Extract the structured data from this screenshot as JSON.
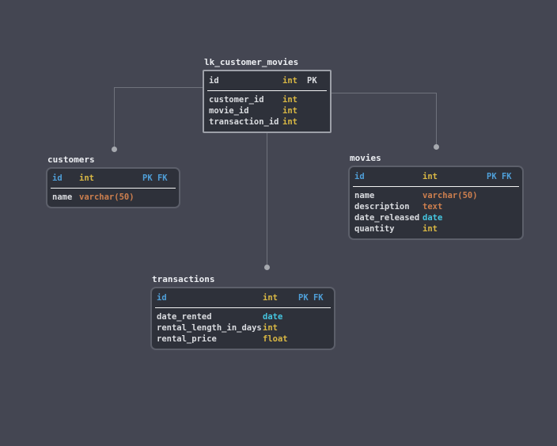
{
  "colors": {
    "background": "#444652",
    "table_bg": "#2e313a",
    "table_border": "#5c5f6a",
    "selected_border": "#9da0a8",
    "separator": "#f2f2f2",
    "title_text": "#eceef2",
    "field_text": "#dadce0",
    "key_blue": "#4f9fd8",
    "connector": "#6f727c",
    "dot": "#a6a9af",
    "types": {
      "int": "#d9b844",
      "float": "#d9b844",
      "varchar(50)": "#cd7f4e",
      "text": "#cd7f4e",
      "date": "#45c6e0"
    }
  },
  "tables": [
    {
      "name": "lk_customer_movies",
      "header": {
        "field": "id",
        "type": "int",
        "keys": "PK"
      },
      "rows": [
        {
          "field": "customer_id",
          "type": "int"
        },
        {
          "field": "movie_id",
          "type": "int"
        },
        {
          "field": "transaction_id",
          "type": "int"
        }
      ]
    },
    {
      "name": "customers",
      "header": {
        "field": "id",
        "type": "int",
        "keys": "PK FK"
      },
      "rows": [
        {
          "field": "name",
          "type": "varchar(50)"
        }
      ]
    },
    {
      "name": "movies",
      "header": {
        "field": "id",
        "type": "int",
        "keys": "PK FK"
      },
      "rows": [
        {
          "field": "name",
          "type": "varchar(50)"
        },
        {
          "field": "description",
          "type": "text"
        },
        {
          "field": "date_released",
          "type": "date"
        },
        {
          "field": "quantity",
          "type": "int"
        }
      ]
    },
    {
      "name": "transactions",
      "header": {
        "field": "id",
        "type": "int",
        "keys": "PK FK"
      },
      "rows": [
        {
          "field": "date_rented",
          "type": "date"
        },
        {
          "field": "rental_length_in_days",
          "type": "int"
        },
        {
          "field": "rental_price",
          "type": "float"
        }
      ]
    }
  ]
}
